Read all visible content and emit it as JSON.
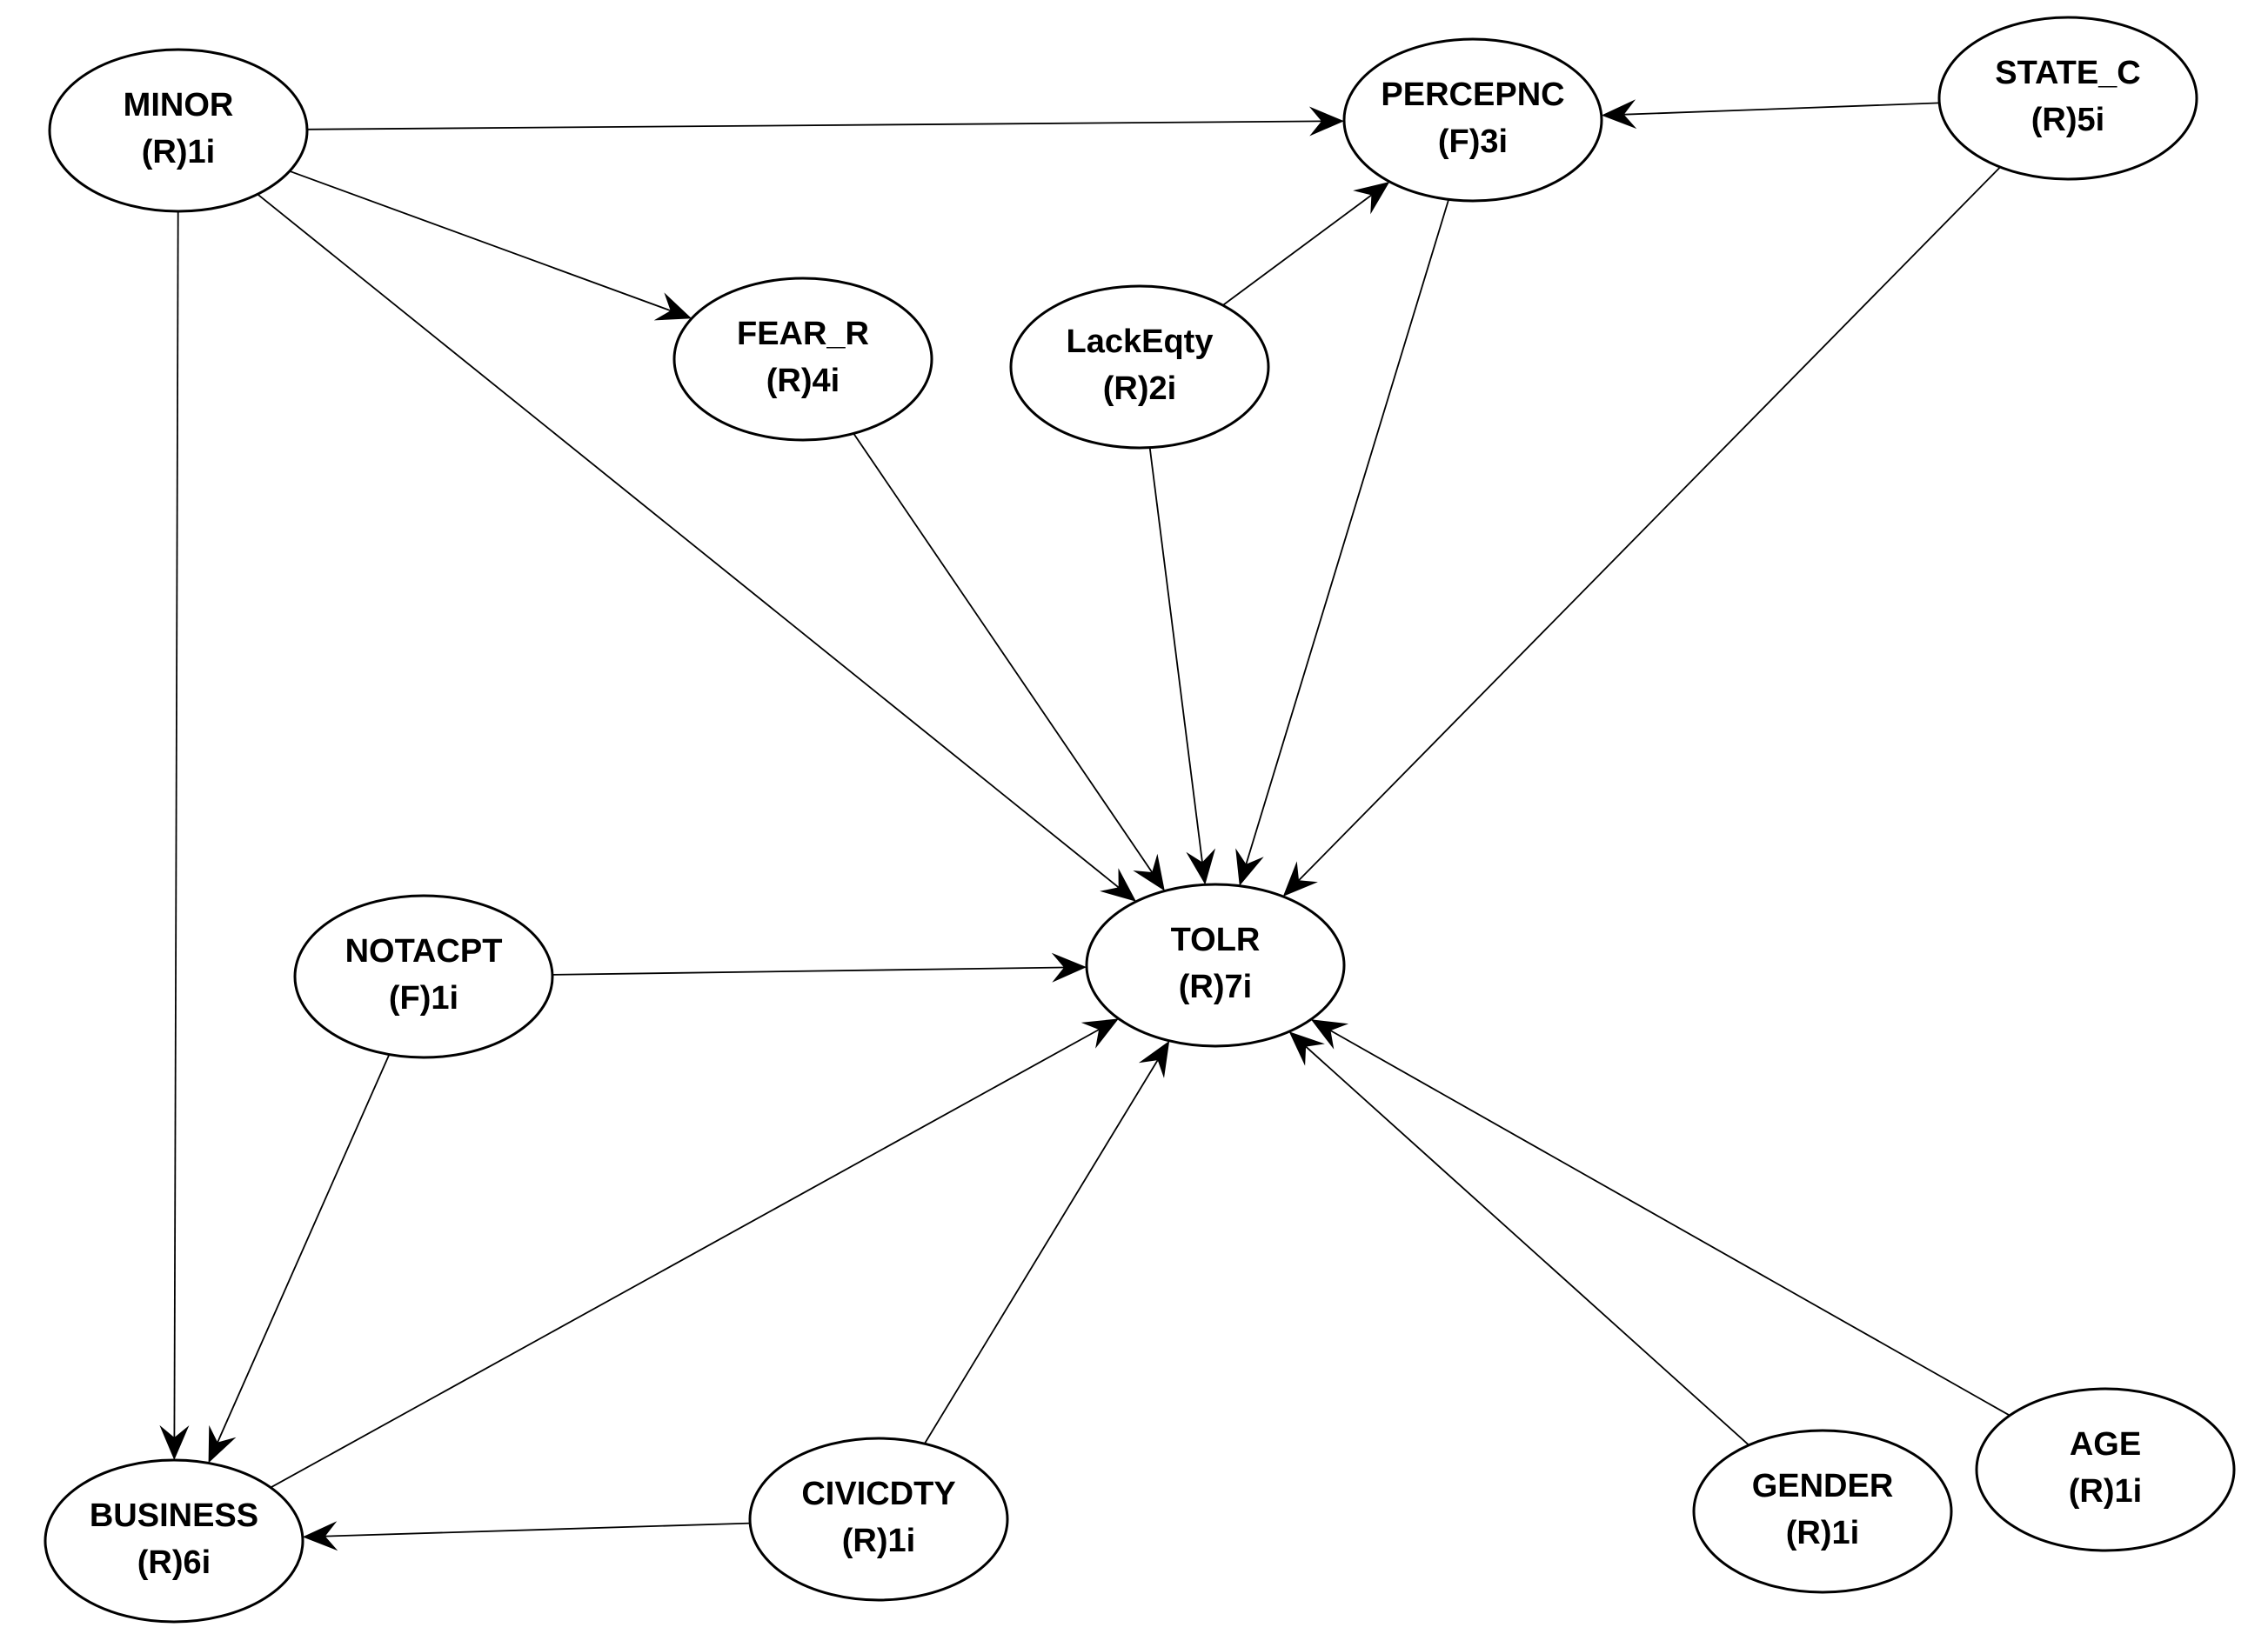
{
  "colors": {
    "background": "#ffffff",
    "stroke": "#000000",
    "text": "#000000"
  },
  "nodes": [
    {
      "id": "minor",
      "name": "MINOR",
      "sub": "(R)1i"
    },
    {
      "id": "percepnc",
      "name": "PERCEPNC",
      "sub": "(F)3i"
    },
    {
      "id": "state_c",
      "name": "STATE_C",
      "sub": "(R)5i"
    },
    {
      "id": "fear_r",
      "name": "FEAR_R",
      "sub": "(R)4i"
    },
    {
      "id": "lackeqty",
      "name": "LackEqty",
      "sub": "(R)2i"
    },
    {
      "id": "notacpt",
      "name": "NOTACPT",
      "sub": "(F)1i"
    },
    {
      "id": "tolr",
      "name": "TOLR",
      "sub": "(R)7i"
    },
    {
      "id": "business",
      "name": "BUSINESS",
      "sub": "(R)6i"
    },
    {
      "id": "civicdty",
      "name": "CIVICDTY",
      "sub": "(R)1i"
    },
    {
      "id": "gender",
      "name": "GENDER",
      "sub": "(R)1i"
    },
    {
      "id": "age",
      "name": "AGE",
      "sub": "(R)1i"
    }
  ],
  "edges": [
    {
      "from": "minor",
      "to": "percepnc"
    },
    {
      "from": "minor",
      "to": "fear_r"
    },
    {
      "from": "minor",
      "to": "tolr"
    },
    {
      "from": "minor",
      "to": "business"
    },
    {
      "from": "state_c",
      "to": "percepnc"
    },
    {
      "from": "state_c",
      "to": "tolr"
    },
    {
      "from": "lackeqty",
      "to": "percepnc"
    },
    {
      "from": "lackeqty",
      "to": "tolr"
    },
    {
      "from": "fear_r",
      "to": "tolr"
    },
    {
      "from": "percepnc",
      "to": "tolr"
    },
    {
      "from": "notacpt",
      "to": "tolr"
    },
    {
      "from": "notacpt",
      "to": "business"
    },
    {
      "from": "business",
      "to": "tolr"
    },
    {
      "from": "civicdty",
      "to": "tolr"
    },
    {
      "from": "civicdty",
      "to": "business"
    },
    {
      "from": "gender",
      "to": "tolr"
    },
    {
      "from": "age",
      "to": "tolr"
    }
  ]
}
